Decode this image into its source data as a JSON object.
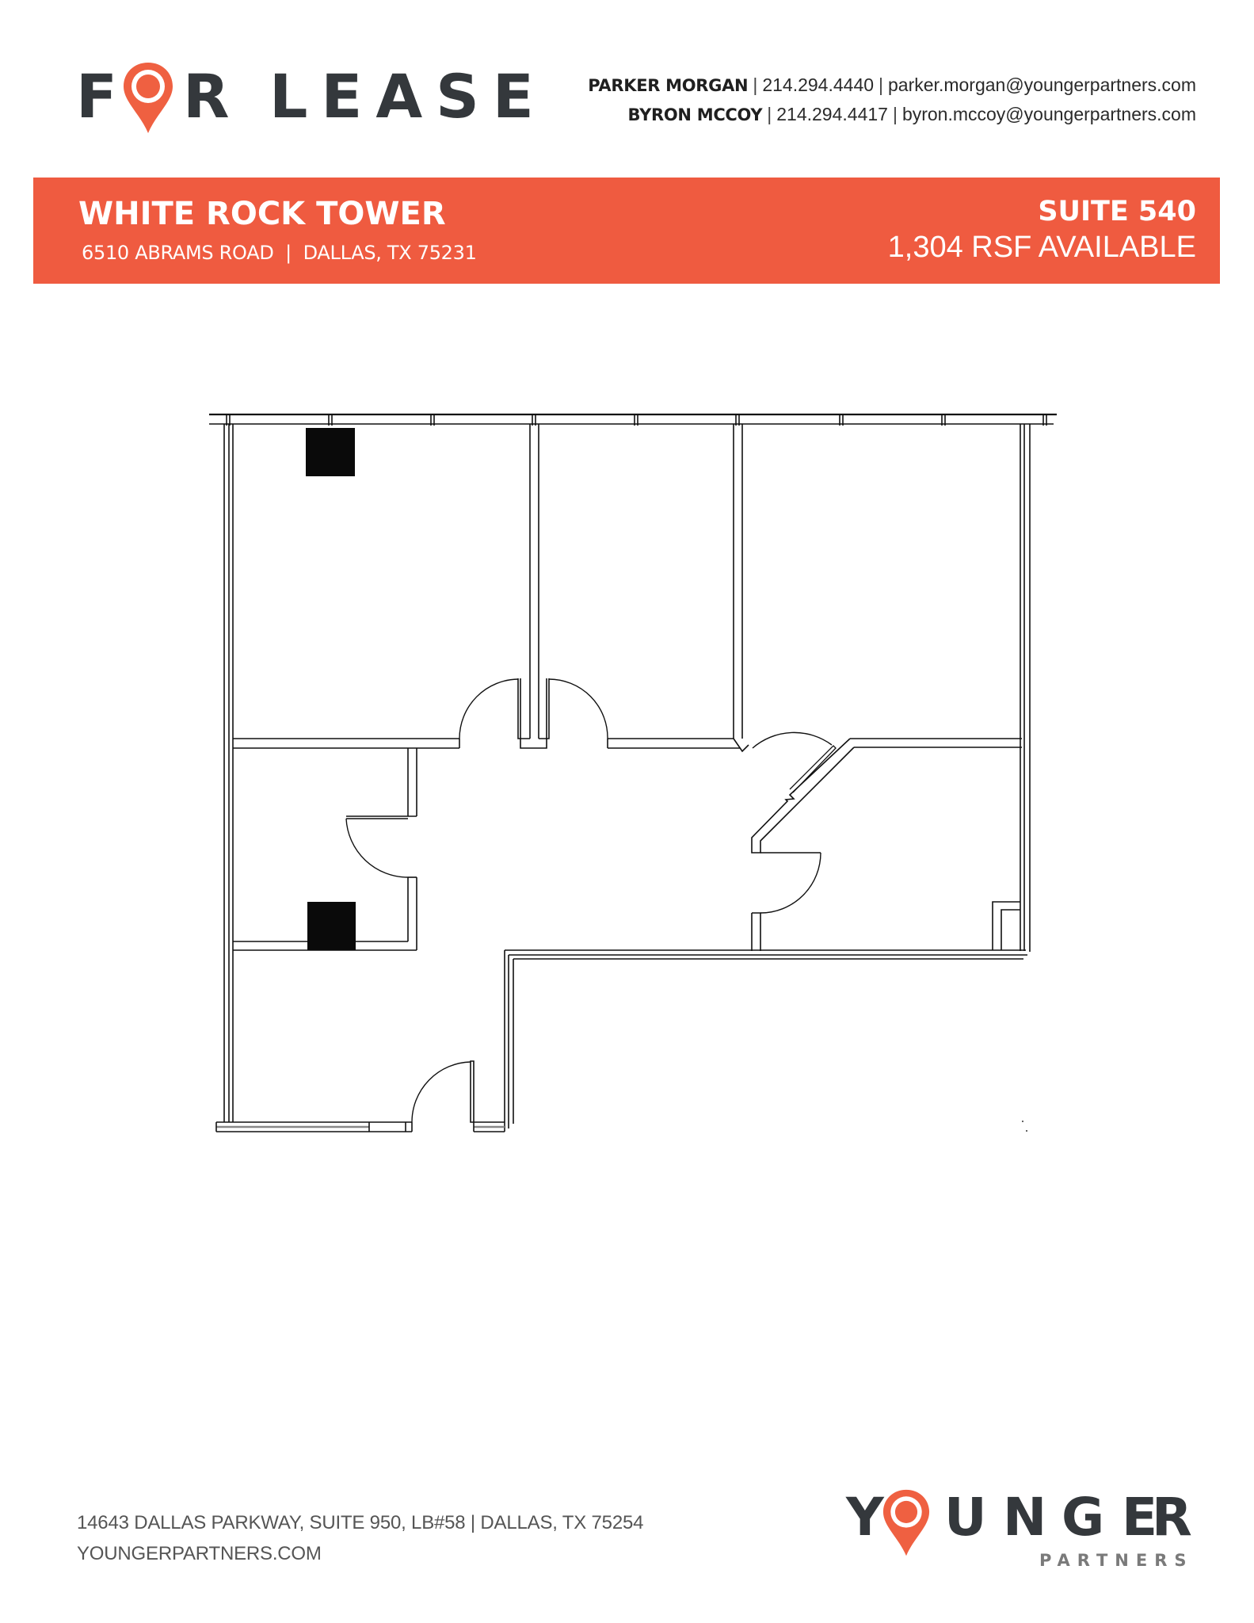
{
  "header": {
    "logo": {
      "letters_before_pin": "F",
      "pin_icon": "map-pin-icon",
      "letters_after_pin": "R",
      "second_word": "LEASE",
      "full_text": "FOR LEASE"
    },
    "contacts": [
      {
        "name": "PARKER MORGAN",
        "phone": "214.294.4440",
        "email": "parker.morgan@youngerpartners.com"
      },
      {
        "name": "BYRON MCCOY",
        "phone": "214.294.4417",
        "email": "byron.mccoy@youngerpartners.com"
      }
    ],
    "separator": "|"
  },
  "banner": {
    "building_name": "WHITE ROCK TOWER",
    "address": "6510 ABRAMS ROAD  |  DALLAS, TX 75231",
    "suite": "SUITE 540",
    "rsf_number": "1,304",
    "rsf_label": " RSF AVAILABLE",
    "background_color": "#ef5b40"
  },
  "floorplan": {
    "description": "Suite 540 floor plan",
    "wall_color": "#111111",
    "column_color": "#0a0a0a"
  },
  "footer": {
    "address_line": "14643 DALLAS PARKWAY, SUITE 950, LB#58 | DALLAS, TX 75254",
    "website": "YOUNGERPARTNERS.COM",
    "logo": {
      "before_pin": "Y",
      "pin_icon": "map-pin-icon",
      "after_pin": [
        "U",
        "N",
        "G",
        "E",
        "R"
      ],
      "subtitle": "PARTNERS",
      "full_text": "YOUNGER PARTNERS"
    }
  },
  "colors": {
    "brand_orange": "#ef5b40",
    "dark_text": "#34383c",
    "gray_text": "#555555"
  }
}
